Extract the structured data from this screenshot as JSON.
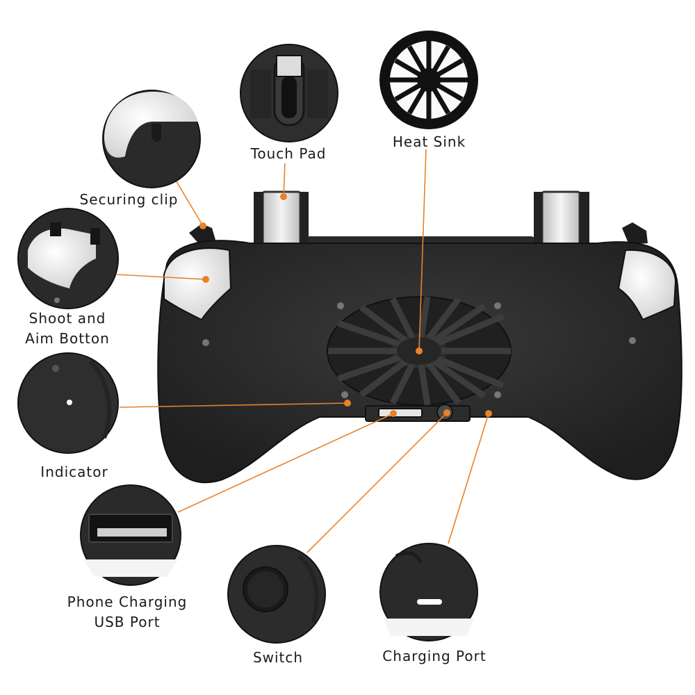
{
  "callouts": {
    "touch_pad": "Touch Pad",
    "heat_sink": "Heat Sink",
    "securing_clip": "Securing clip",
    "shoot_aim_line1": "Shoot and",
    "shoot_aim_line2": "Aim Botton",
    "indicator": "Indicator",
    "phone_usb_line1": "Phone Charging",
    "phone_usb_line2": "USB Port",
    "switch": "Switch",
    "charging_port": "Charging Port"
  },
  "colors": {
    "leader_line": "#e8822a",
    "body": "#2b2b2b",
    "body_dark": "#1c1c1c",
    "trigger": "#d9d9d9"
  }
}
